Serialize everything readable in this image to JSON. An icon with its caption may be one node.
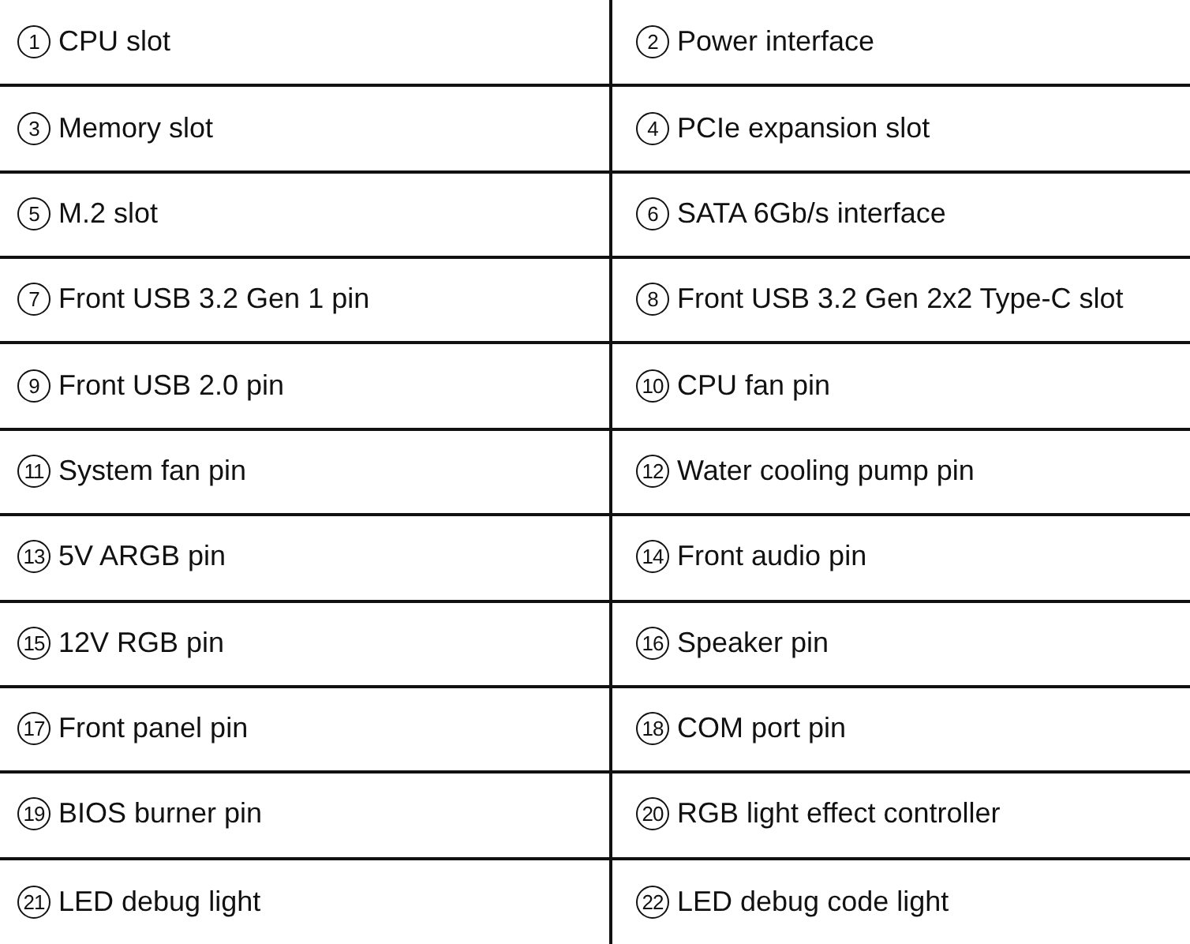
{
  "diagram": {
    "labels": [
      "1",
      "CPU slot",
      "2",
      "Power interface",
      "3",
      "Memory slot",
      "4",
      "PCIe expansion slot",
      "5",
      "M.2 slot",
      "6",
      "SATA 6Gb/s interface",
      "7",
      "Front USB 3.2 Gen 1 pin",
      "8",
      "Front USB 3.2 Gen 2x2 Type-C slot",
      "9",
      "Front USB 2.0 pin",
      "10",
      "CPU fan pin",
      "11",
      "System fan pin",
      "12",
      "Water cooling pump pin",
      "13",
      "5V ARGB pin",
      "14",
      "Front audio pin",
      "15",
      "12V RGB pin",
      "16",
      "Speaker pin",
      "17",
      "Front panel pin",
      "18",
      "COM port pin",
      "19",
      "BIOS burner pin",
      "20",
      "RGB light effect controller",
      "21",
      "LED debug light",
      "22",
      "LED debug code light"
    ]
  }
}
